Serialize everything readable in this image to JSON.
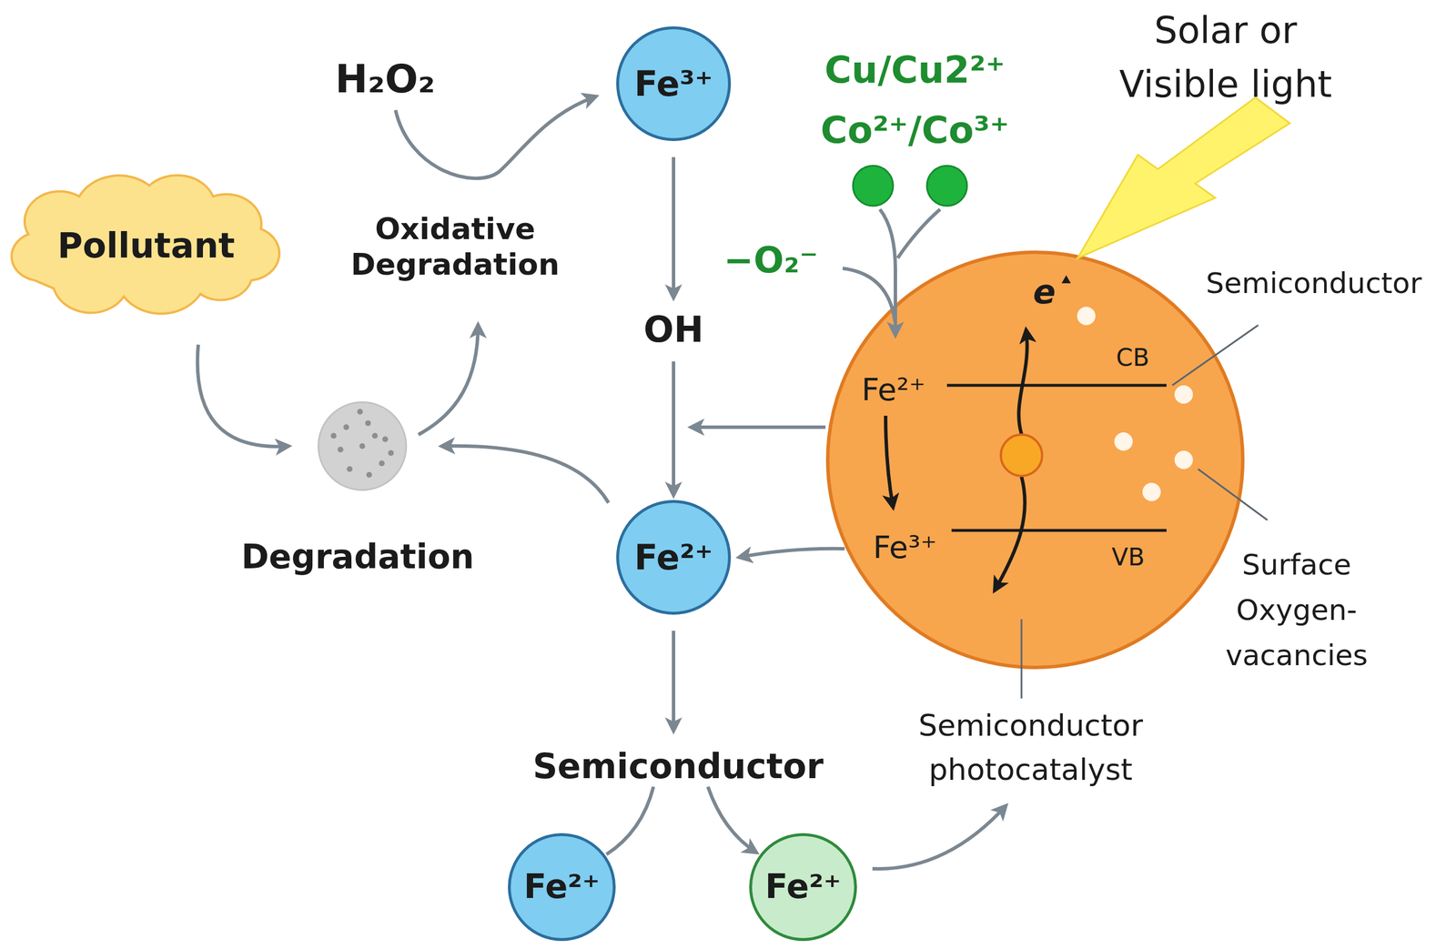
{
  "diagram": {
    "nodes": [
      {
        "text": [
          "Pollutant"
        ]
      },
      {
        "text": [
          "Fe³⁺"
        ]
      },
      {
        "text": [
          "e",
          "Fe²⁺",
          "CB",
          "Fe³⁺",
          "VB"
        ]
      },
      {
        "text": [
          "Degradation"
        ]
      },
      {
        "text": [
          "Fe²⁺"
        ]
      },
      {
        "text": [
          "Fe²⁺"
        ]
      },
      {
        "text": [
          "Fe²⁺"
        ]
      }
    ],
    "edges": [
      {
        "from": 0,
        "to": 3,
        "arrow": "to"
      },
      {
        "from": 1,
        "to": 4,
        "label": "OH",
        "arrow": "to"
      },
      {
        "from": 2,
        "to": 4,
        "arrow": "to"
      },
      {
        "from": 4,
        "to": 3,
        "arrow": "to"
      }
    ],
    "labels": [
      "H₂O₂",
      "Oxidative Degradation",
      "Cu/Cu2²⁺",
      "Co²⁺/Co³⁺",
      "Solar or Visible light",
      "−O₂⁻",
      "Semiconductor",
      "Surface Oxygen- vacancies",
      "Semiconductor photocatalyst",
      "Semiconductor"
    ]
  }
}
